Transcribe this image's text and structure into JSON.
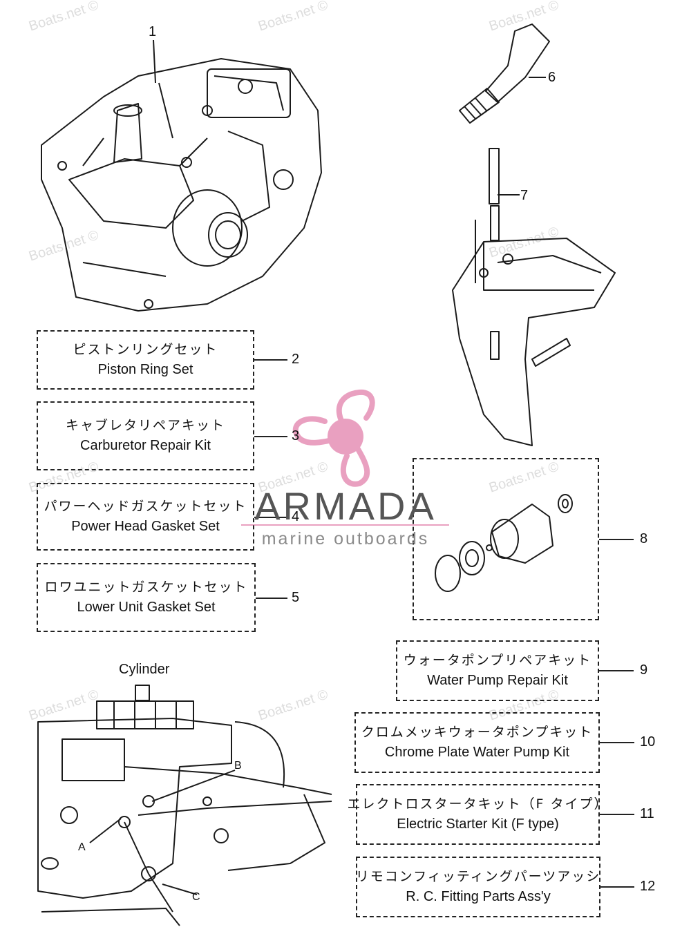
{
  "watermark": "Boats.net ©",
  "logo": {
    "name": "ARMADA",
    "tagline": "marine outboards",
    "accent_color": "#e9a0c0"
  },
  "kits": [
    {
      "num": "2",
      "jp": "ピストンリングセット",
      "en": "Piston Ring Set"
    },
    {
      "num": "3",
      "jp": "キャブレタリペアキット",
      "en": "Carburetor Repair Kit"
    },
    {
      "num": "4",
      "jp": "パワーヘッドガスケットセット",
      "en": "Power Head Gasket Set"
    },
    {
      "num": "5",
      "jp": "ロワユニットガスケットセット",
      "en": "Lower Unit Gasket Set"
    },
    {
      "num": "9",
      "jp": "ウォータポンプリペアキット",
      "en": "Water Pump Repair Kit"
    },
    {
      "num": "10",
      "jp": "クロムメッキウォータポンプキット",
      "en": "Chrome Plate Water  Pump Kit"
    },
    {
      "num": "11",
      "jp": "エレクトロスタータキット（F タイプ）",
      "en": "Electric Starter Kit (F type)"
    },
    {
      "num": "12",
      "jp": "リモコンフィッティングパーツアッシ",
      "en": "R. C. Fitting Parts Ass'y"
    }
  ],
  "callouts": {
    "powerhead": "1",
    "tiller": "6",
    "lower_unit": "7",
    "water_pump": "8"
  },
  "cylinder": {
    "title": "Cylinder",
    "label_a": "A",
    "label_b": "B",
    "label_c": "C"
  }
}
